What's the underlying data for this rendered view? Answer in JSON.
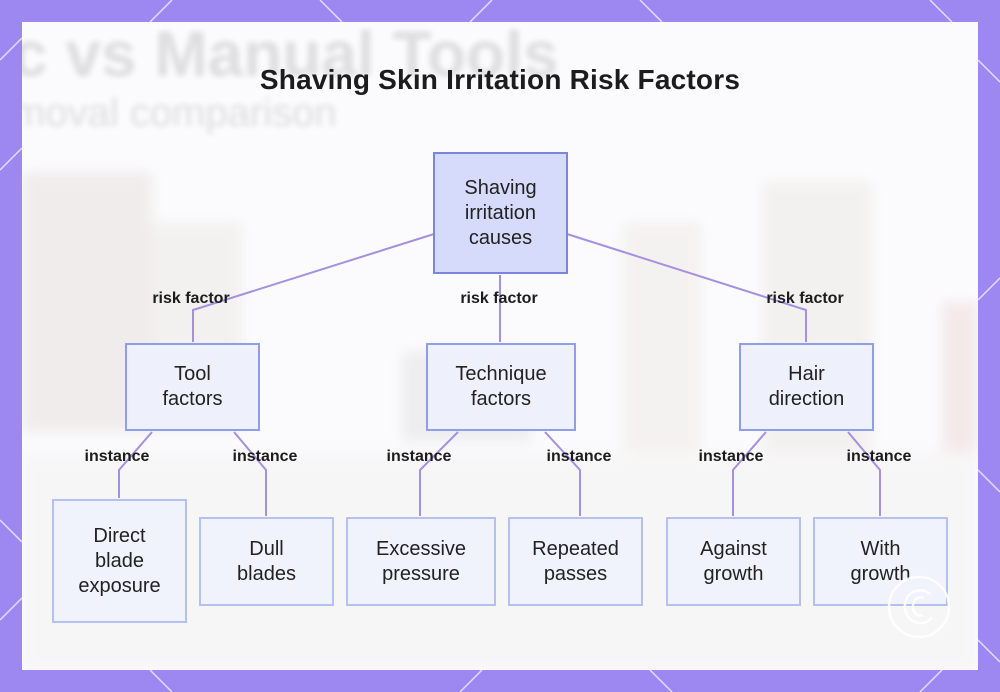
{
  "title": "Shaving Skin Irritation Risk Factors",
  "background_text": {
    "line1": "c vs Manual Tools",
    "line2": "moval comparison"
  },
  "colors": {
    "frame": "#9d87f0",
    "edge": "#a58fe0",
    "root_fill": "#d6dbfb",
    "node_fill": "#eef1fc",
    "node_border": "#8f9ee6"
  },
  "nodes": {
    "root": {
      "lines": [
        "Shaving",
        "irritation",
        "causes"
      ]
    },
    "tool": {
      "lines": [
        "Tool",
        "factors"
      ]
    },
    "technique": {
      "lines": [
        "Technique",
        "factors"
      ]
    },
    "hair": {
      "lines": [
        "Hair",
        "direction"
      ]
    },
    "direct": {
      "lines": [
        "Direct",
        "blade",
        "exposure"
      ]
    },
    "dull": {
      "lines": [
        "Dull",
        "blades"
      ]
    },
    "pressure": {
      "lines": [
        "Excessive",
        "pressure"
      ]
    },
    "passes": {
      "lines": [
        "Repeated",
        "passes"
      ]
    },
    "against": {
      "lines": [
        "Against",
        "growth"
      ]
    },
    "with": {
      "lines": [
        "With",
        "growth"
      ]
    }
  },
  "edge_labels": {
    "risk_tool": "risk factor",
    "risk_technique": "risk factor",
    "risk_hair": "risk factor",
    "inst_direct": "instance",
    "inst_dull": "instance",
    "inst_pressure": "instance",
    "inst_passes": "instance",
    "inst_against": "instance",
    "inst_with": "instance"
  },
  "watermark_icon": "copyright-seal-icon"
}
